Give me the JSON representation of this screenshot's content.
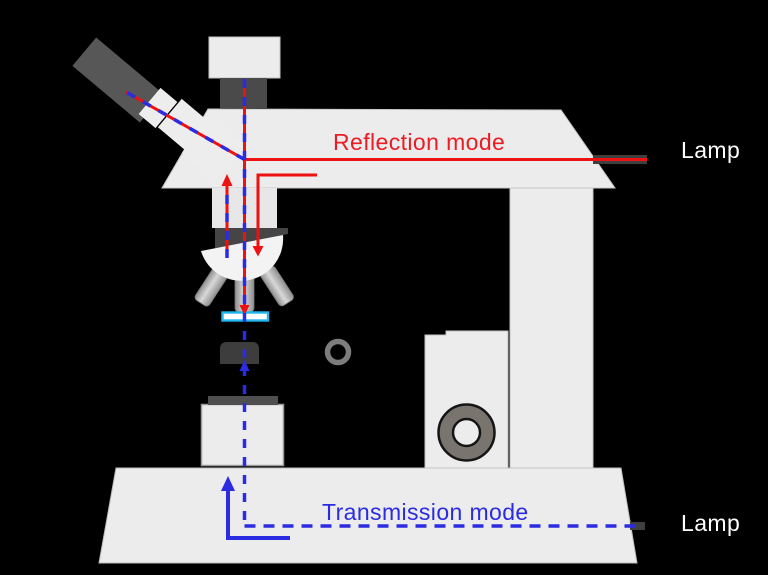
{
  "diagram": {
    "type": "microscope-light-path-diagram",
    "background_color": "#000000",
    "modes": [
      {
        "name": "Reflection mode",
        "color": "#ed1c24",
        "line_style": "solid",
        "lamp_label": "Lamp"
      },
      {
        "name": "Transmission mode",
        "color": "#2b2be2",
        "line_style": "dashed",
        "lamp_label": "Lamp"
      }
    ],
    "sample_color": "#21b6ee",
    "lamp_label_color": "#ffffff",
    "components": [
      "camera",
      "camera-mount",
      "eyepiece-tube",
      "eyepiece-collar",
      "prism-housing",
      "head-beam-splitter",
      "lamp-port-top",
      "nosepiece-mount",
      "turret-plate",
      "objective-turret",
      "objective-left",
      "objective-center",
      "objective-right",
      "sample-slide",
      "condenser",
      "stage",
      "illuminator-housing",
      "support-column",
      "focus-housing",
      "focus-knob",
      "rear-knob",
      "base",
      "lamp-port-bottom"
    ]
  }
}
